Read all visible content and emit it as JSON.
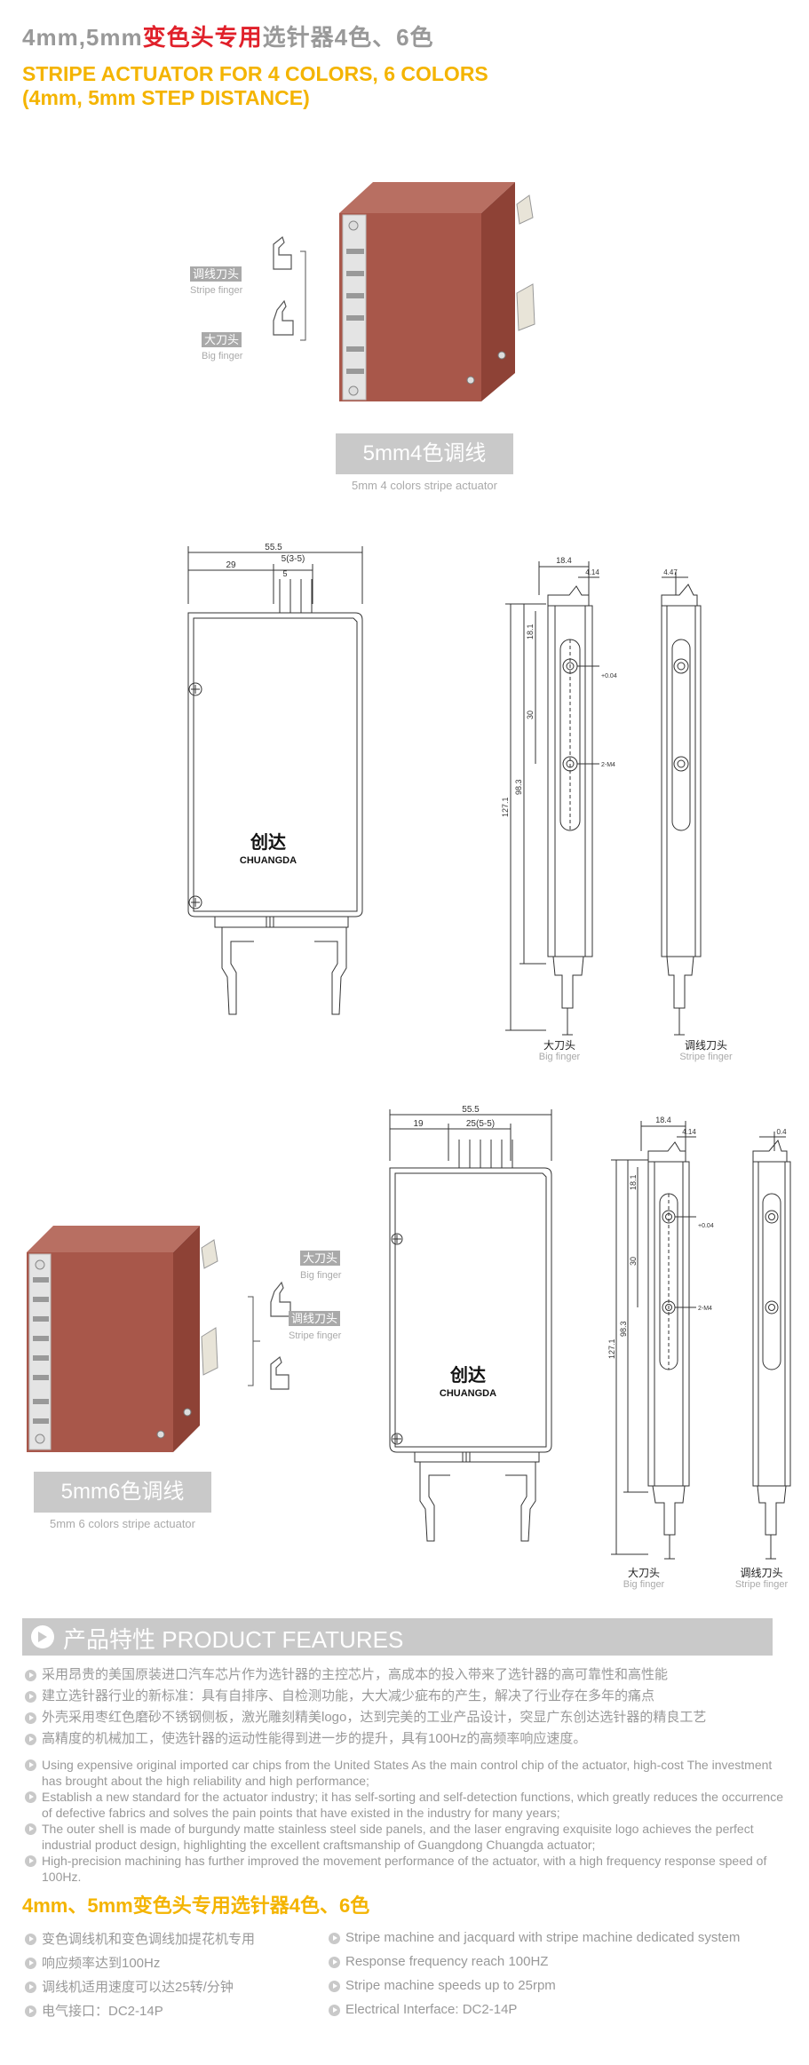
{
  "header": {
    "title_prefix": "4mm,5mm",
    "title_red": "变色头专用",
    "title_suffix": "选针器4色、6色",
    "en_line1": "STRIPE ACTUATOR FOR 4 COLORS, 6 COLORS",
    "en_line2": "(4mm, 5mm STEP DISTANCE)"
  },
  "product1": {
    "label_stripe_cn": "调线刀头",
    "label_stripe_en": "Stripe finger",
    "label_big_cn": "大刀头",
    "label_big_en": "Big finger",
    "caption_cn": "5mm4色调线",
    "caption_en": "5mm 4 colors stripe actuator"
  },
  "drawing1": {
    "dim_total": "55.5",
    "dim_left": "29",
    "dim_pitch": "5(3-5)",
    "dim_pitch_small": "5",
    "logo_cn": "创达",
    "logo_en": "CHUANGDA",
    "side_dim_top": "18.4",
    "side_dim_small": "4.14",
    "side_dim_right": "4.47",
    "side_dim_a": "18.1",
    "side_dim_b": "30",
    "side_dim_c": "98.3",
    "side_dim_d": "127.1",
    "side_tol1": "+0.04",
    "side_tol2": "2-M4",
    "big_finger_cn": "大刀头",
    "big_finger_en": "Big finger",
    "stripe_finger_cn": "调线刀头",
    "stripe_finger_en": "Stripe finger"
  },
  "product2": {
    "label_big_cn": "大刀头",
    "label_big_en": "Big finger",
    "label_stripe_cn": "调线刀头",
    "label_stripe_en": "Stripe finger",
    "caption_cn": "5mm6色调线",
    "caption_en": "5mm 6 colors stripe actuator"
  },
  "drawing2": {
    "dim_total": "55.5",
    "dim_left": "19",
    "dim_pitch": "25(5-5)",
    "logo_cn": "创达",
    "logo_en": "CHUANGDA",
    "side_dim_top": "18.4",
    "side_dim_small": "4.14",
    "side_dim_right": "0.4",
    "side_dim_a": "18.1",
    "side_dim_b": "30",
    "side_dim_c": "98.3",
    "side_dim_d": "127.1",
    "side_tol1": "+0.04",
    "side_tol2": "2-M4",
    "big_finger_cn": "大刀头",
    "big_finger_en": "Big finger",
    "stripe_finger_cn": "调线刀头",
    "stripe_finger_en": "Stripe finger"
  },
  "features": {
    "heading": "产品特性 PRODUCT FEATURES",
    "cn": [
      "采用昂贵的美国原装进口汽车芯片作为选针器的主控芯片，高成本的投入带来了选针器的高可靠性和高性能",
      "建立选针器行业的新标准：具有自排序、自检测功能，大大减少疵布的产生，解决了行业存在多年的痛点",
      "外壳采用枣红色磨砂不锈钢侧板，激光雕刻精美logo，达到完美的工业产品设计，突显广东创达选针器的精良工艺",
      "高精度的机械加工，使选针器的运动性能得到进一步的提升，具有100Hz的高频率响应速度。"
    ],
    "en": [
      "Using expensive original imported car chips from the United States As the main control chip of the actuator, high-cost The investment has brought about the high reliability and high performance;",
      "Establish a new standard for the actuator industry; it has self-sorting and self-detection functions, which greatly reduces the occurrence of defective fabrics and solves the pain points that have existed in the industry for many years;",
      "The outer shell is made of burgundy matte stainless steel side panels, and the laser engraving exquisite logo achieves the perfect industrial product design, highlighting the excellent craftsmanship of Guangdong Chuangda actuator;",
      "High-precision machining has further improved the movement performance of the actuator, with a high frequency response speed of 100Hz."
    ]
  },
  "specs": {
    "title": "4mm、5mm变色头专用选针器4色、6色",
    "cn": [
      "变色调线机和变色调线加提花机专用",
      "响应频率达到100Hz",
      "调线机适用速度可以达25转/分钟",
      "电气接口：DC2-14P"
    ],
    "en": [
      "Stripe machine and jacquard with stripe machine dedicated system",
      "Response frequency reach 100HZ",
      "Stripe  machine  speeds up to 25rpm",
      "Electrical Interface: DC2-14P"
    ]
  },
  "colors": {
    "accent_red": "#e0202a",
    "accent_yellow": "#f4b400",
    "grey": "#c9c9c9",
    "burgundy": "#a8574a"
  }
}
